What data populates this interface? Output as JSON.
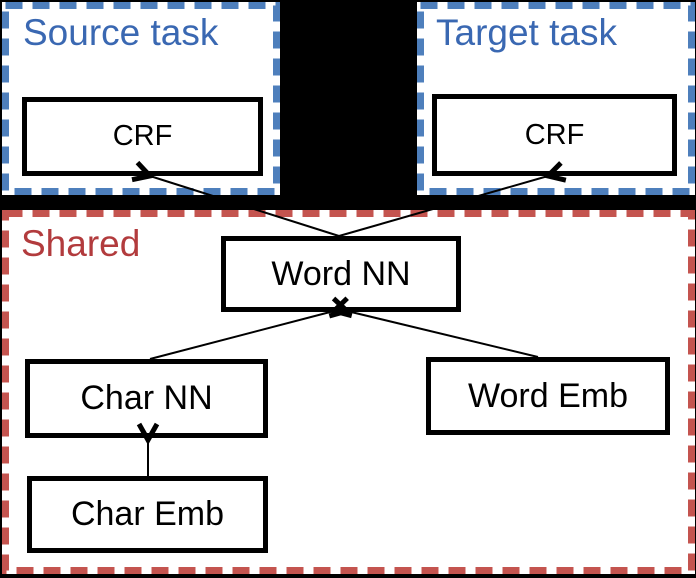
{
  "groups": {
    "source": {
      "label": "Source task"
    },
    "target": {
      "label": "Target task"
    },
    "shared": {
      "label": "Shared"
    }
  },
  "nodes": {
    "crf_source": {
      "label": "CRF"
    },
    "crf_target": {
      "label": "CRF"
    },
    "word_nn": {
      "label": "Word NN"
    },
    "char_nn": {
      "label": "Char NN"
    },
    "word_emb": {
      "label": "Word Emb"
    },
    "char_emb": {
      "label": "Char Emb"
    }
  },
  "edges": [
    {
      "from": "word_nn",
      "to": "crf_source"
    },
    {
      "from": "word_nn",
      "to": "crf_target"
    },
    {
      "from": "char_nn",
      "to": "word_nn"
    },
    {
      "from": "word_emb",
      "to": "word_nn"
    },
    {
      "from": "char_emb",
      "to": "char_nn"
    }
  ],
  "colors": {
    "background": "#000000",
    "panel_fill": "#ffffff",
    "blue_border": "#4E7FBC",
    "blue_text": "#3A68B2",
    "red_border": "#C4544F",
    "red_text": "#B23B3D",
    "node_border": "#000000",
    "node_text": "#000000"
  }
}
